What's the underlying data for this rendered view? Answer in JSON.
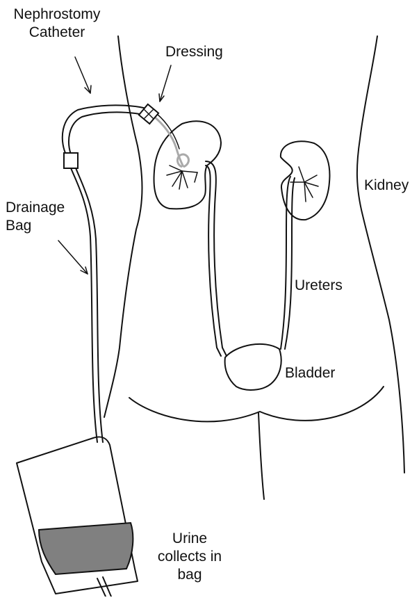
{
  "labels": {
    "nephrostomy_catheter": [
      "Nephrostomy",
      "Catheter"
    ],
    "dressing": "Dressing",
    "drainage_bag": [
      "Drainage",
      "Bag"
    ],
    "kidney": "Kidney",
    "ureters": "Ureters",
    "bladder": "Bladder",
    "urine_collects": [
      "Urine",
      "collects in",
      "bag"
    ]
  },
  "colors": {
    "line": "#111111",
    "urine_fill": "#808080",
    "catheter_inside": "#aaaaaa"
  }
}
